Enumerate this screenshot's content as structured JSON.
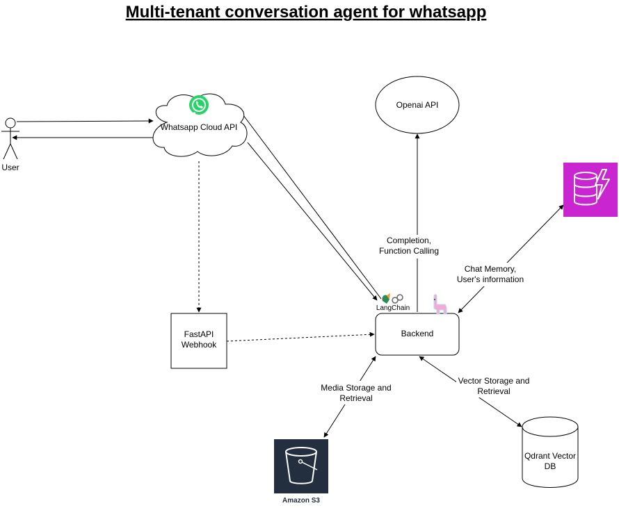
{
  "title": "Multi-tenant conversation agent for whatsapp",
  "nodes": {
    "user": "User",
    "whatsapp": "Whatsapp Cloud API",
    "openai": "Openai API",
    "fastapi_line1": "FastAPI",
    "fastapi_line2": "Webhook",
    "backend": "Backend",
    "langchain": "LangChain",
    "qdrant_line1": "Qdrant Vector",
    "qdrant_line2": "DB",
    "s3": "Amazon S3"
  },
  "edges": {
    "openai_line1": "Completion,",
    "openai_line2": "Function Calling",
    "memory_line1": "Chat Memory,",
    "memory_line2": "User's information",
    "media_line1": "Media Storage and",
    "media_line2": "Retrieval",
    "vector_line1": "Vector Storage and",
    "vector_line2": "Retrieval"
  },
  "icons": {
    "whatsapp": "whatsapp-icon",
    "dynamodb": "dynamodb-icon",
    "s3": "s3-bucket-icon",
    "langchain": "langchain-icon",
    "llama": "llama-icon"
  },
  "colors": {
    "whatsapp_green": "#25d366",
    "dynamodb_purple": "#c925d1",
    "s3_dark": "#232f3e",
    "llama_pink": "#f5a9d6"
  }
}
